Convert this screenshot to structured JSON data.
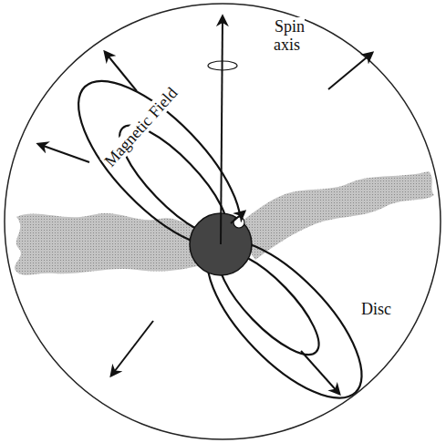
{
  "diagram": {
    "labels": [
      "Spin axis",
      "Magnetic Field",
      "Disc"
    ]
  }
}
